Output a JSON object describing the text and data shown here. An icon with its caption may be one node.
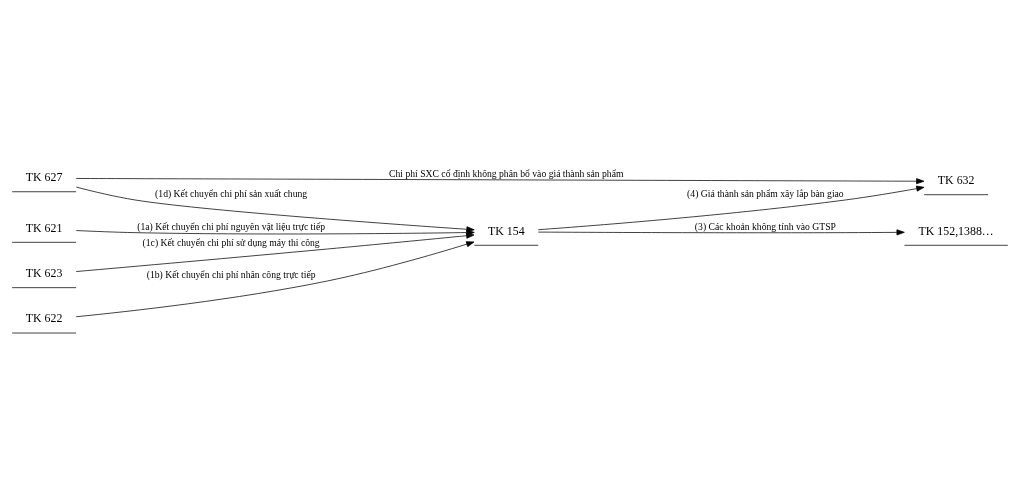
{
  "diagram": {
    "nodes": [
      {
        "text": [
          "TK 621"
        ]
      },
      {
        "text": [
          "TK 154"
        ]
      },
      {
        "text": [
          "TK 152,1388…"
        ]
      },
      {
        "text": [
          "TK 622"
        ]
      },
      {
        "text": [
          "TK 632"
        ]
      },
      {
        "text": [
          "TK 623"
        ]
      },
      {
        "text": [
          "TK 627"
        ]
      }
    ],
    "edges": [
      {
        "from": 0,
        "to": 1,
        "arrow": "to",
        "label": "(1a) Kết chuyển chi phí nguyên vật liệu trực tiếp"
      },
      {
        "from": 1,
        "to": 2,
        "arrow": "to",
        "label": "(3) Các khoản không tính vào GTSP"
      },
      {
        "from": 3,
        "to": 1,
        "arrow": "to",
        "label": "(1b) Kết chuyển chi phí nhân công trực tiếp"
      },
      {
        "from": 5,
        "to": 1,
        "arrow": "to",
        "label": "(1c) Kết chuyển chi phí sử dụng máy thi công"
      },
      {
        "from": 1,
        "to": 4,
        "arrow": "to",
        "label": "(4) Giá thành sản phẩm xây lắp bàn giao"
      },
      {
        "from": 6,
        "to": 1,
        "arrow": "to",
        "label": "(1d) Kết chuyển chi phí sản xuất chung"
      },
      {
        "from": 6,
        "to": 4,
        "arrow": "to",
        "label": "Chi phí SXC cố định không phân bổ vào giá thành sản phẩm"
      }
    ]
  }
}
